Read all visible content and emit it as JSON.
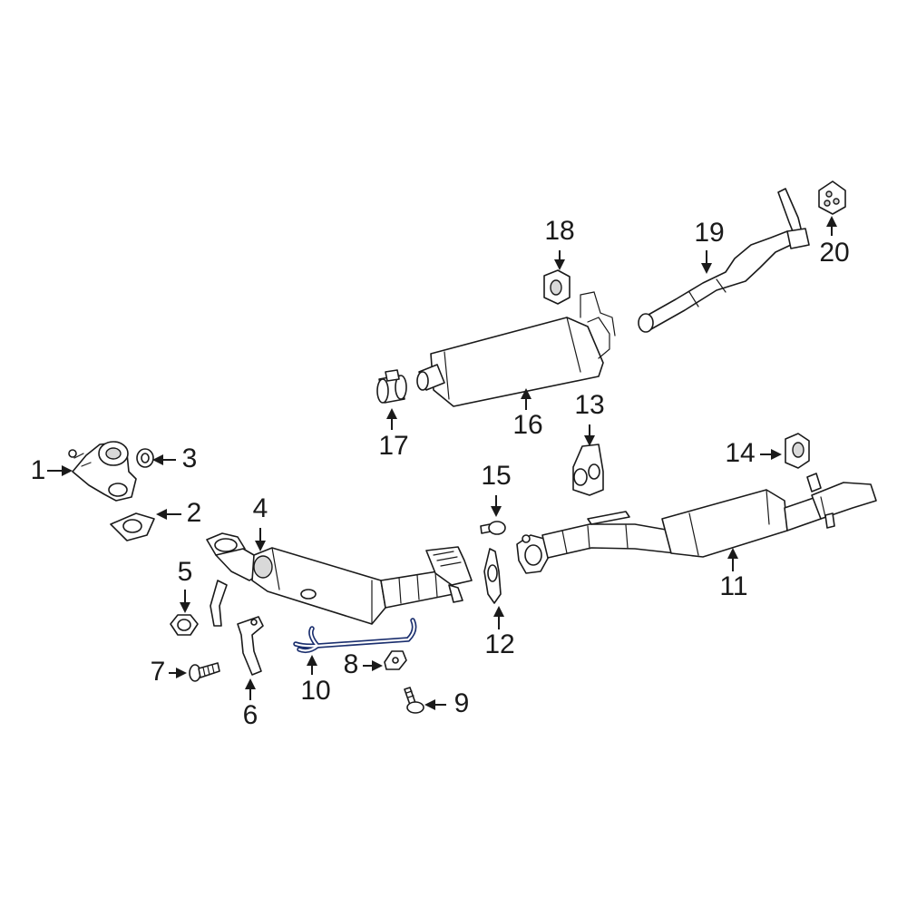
{
  "callouts": {
    "c1": "1",
    "c2": "2",
    "c3": "3",
    "c4": "4",
    "c5": "5",
    "c6": "6",
    "c7": "7",
    "c8": "8",
    "c9": "9",
    "c10": "10",
    "c11": "11",
    "c12": "12",
    "c13": "13",
    "c14": "14",
    "c15": "15",
    "c16": "16",
    "c17": "17",
    "c18": "18",
    "c19": "19",
    "c20": "20"
  },
  "highlighted_part": "10",
  "colors": {
    "line": "#1a1a1a",
    "highlight": "#1b2f6e",
    "fill": "#ffffff",
    "shade": "#d9d9d9"
  }
}
